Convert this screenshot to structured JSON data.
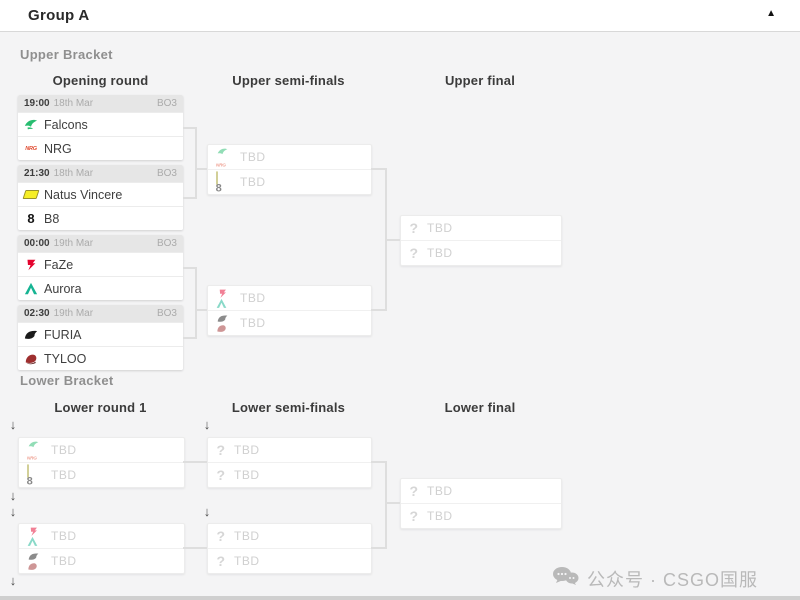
{
  "header": {
    "title": "Group A"
  },
  "icons": {
    "collapse": "▲",
    "drop_arrow": "↓",
    "question": "?"
  },
  "upper": {
    "label": "Upper Bracket",
    "columns": [
      "Opening round",
      "Upper semi-finals",
      "Upper final"
    ],
    "matches": [
      {
        "time": "19:00",
        "date": "18th Mar",
        "format": "BO3",
        "team1": "Falcons",
        "team2": "NRG"
      },
      {
        "time": "21:30",
        "date": "18th Mar",
        "format": "BO3",
        "team1": "Natus Vincere",
        "team2": "B8"
      },
      {
        "time": "00:00",
        "date": "19th Mar",
        "format": "BO3",
        "team1": "FaZe",
        "team2": "Aurora"
      },
      {
        "time": "02:30",
        "date": "19th Mar",
        "format": "BO3",
        "team1": "FURIA",
        "team2": "TYLOO"
      }
    ],
    "semifinal1": {
      "slot1": "TBD",
      "slot2": "TBD"
    },
    "semifinal2": {
      "slot1": "TBD",
      "slot2": "TBD"
    },
    "final": {
      "slot1": "TBD",
      "slot2": "TBD"
    }
  },
  "lower": {
    "label": "Lower Bracket",
    "columns": [
      "Lower round 1",
      "Lower semi-finals",
      "Lower final"
    ],
    "round1_match1": {
      "slot1": "TBD",
      "slot2": "TBD"
    },
    "round1_match2": {
      "slot1": "TBD",
      "slot2": "TBD"
    },
    "semifinal1": {
      "slot1": "TBD",
      "slot2": "TBD"
    },
    "semifinal2": {
      "slot1": "TBD",
      "slot2": "TBD"
    },
    "final": {
      "slot1": "TBD",
      "slot2": "TBD"
    }
  },
  "brand_colors": {
    "falcons": "#27bd70",
    "nrg": "#e0492e",
    "navi": "#f6ee26",
    "b8": "#141414",
    "faze": "#e4032e",
    "aurora": "#16b493",
    "furia": "#111111",
    "tyloo": "#9e2f2f"
  },
  "watermark": {
    "text": "公众号 · CSGO国服"
  }
}
